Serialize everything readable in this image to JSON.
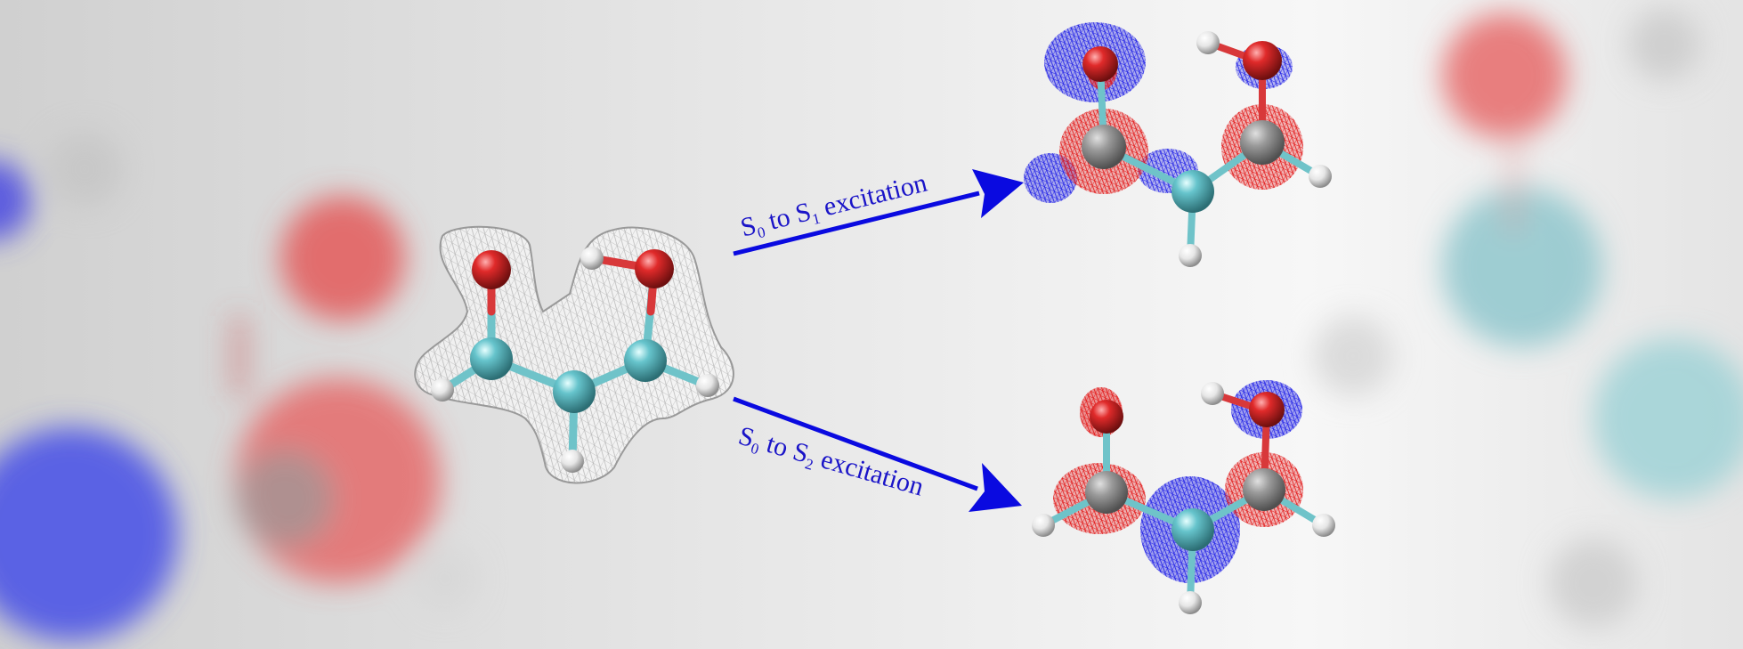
{
  "transitions": [
    {
      "from": "S",
      "from_sub": "0",
      "word": "to",
      "to": "S",
      "to_sub": "1",
      "suffix": "excitation"
    },
    {
      "from": "S",
      "from_sub": "0",
      "word": "to",
      "to": "S",
      "to_sub": "2",
      "suffix": "excitation"
    }
  ],
  "colors": {
    "background": "#e6e6e6",
    "oxygen": "#d8202a",
    "carbon": "#5fbcc4",
    "hydrogen": "#f2f2f2",
    "arrow": "#0a0ae0",
    "orbital_positive": "#e21a1a",
    "orbital_negative": "#2222e6"
  },
  "molecule": {
    "atoms": [
      "O",
      "O",
      "C",
      "C",
      "C",
      "H",
      "H",
      "H",
      "H"
    ]
  }
}
